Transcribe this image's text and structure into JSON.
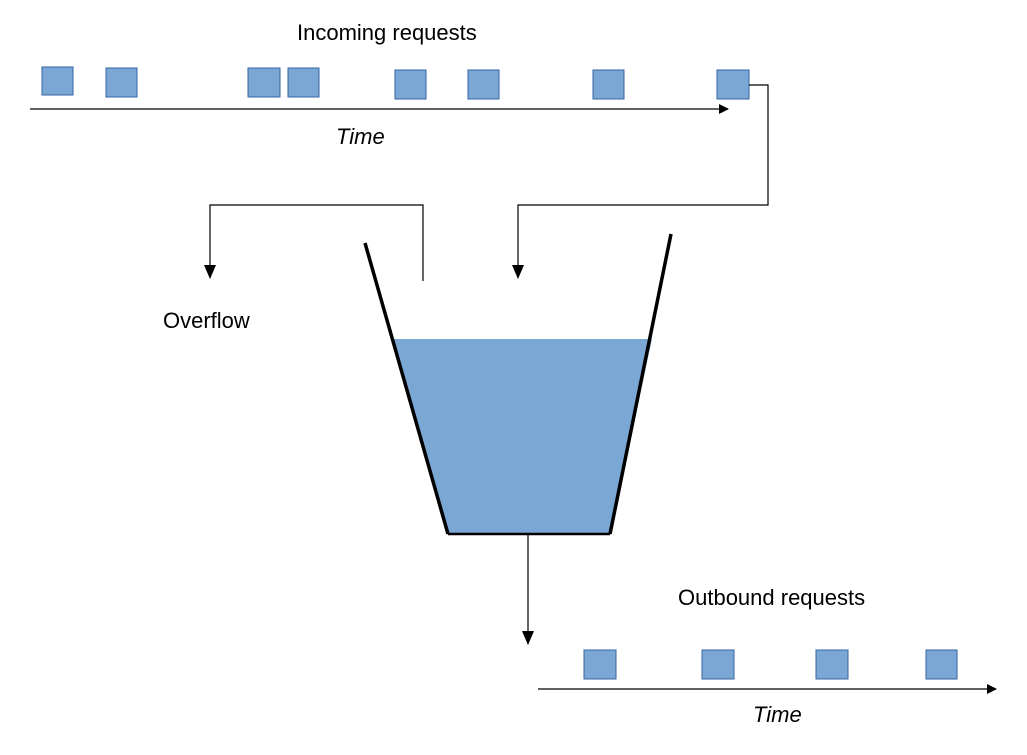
{
  "labels": {
    "incoming_title": "Incoming requests",
    "incoming_axis": "Time",
    "overflow": "Overflow",
    "outbound_title": "Outbound requests",
    "outbound_axis": "Time"
  },
  "colors": {
    "request_fill": "#7ba7d5",
    "water_fill": "#7ba7d5",
    "stroke": "#000000"
  },
  "incoming": {
    "request_count": 8
  },
  "outbound": {
    "request_count": 4
  }
}
